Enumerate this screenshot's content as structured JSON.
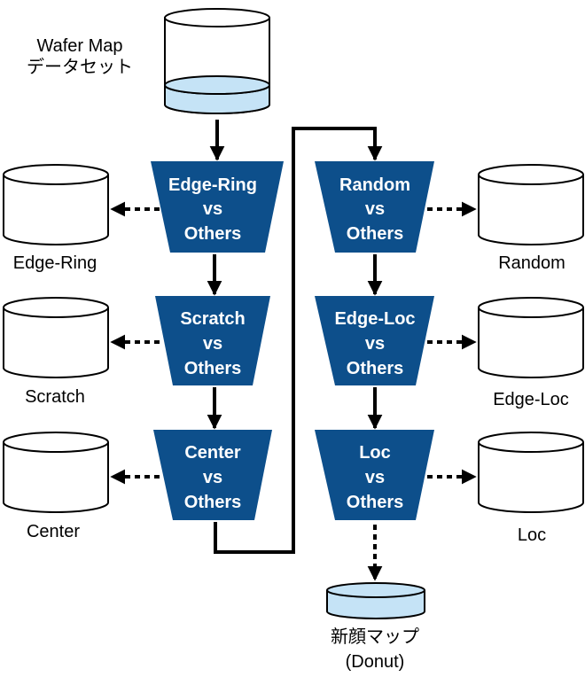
{
  "colors": {
    "stage_fill": "#0d4f8b",
    "donut_fill": "#c5e3f6",
    "stroke": "#000000",
    "cylinder_fill": "#ffffff"
  },
  "source": {
    "label_line1": "Wafer Map",
    "label_line2": "データセット"
  },
  "stages": [
    {
      "line1": "Edge-Ring",
      "line2": "vs",
      "line3": "Others",
      "output": "Edge-Ring"
    },
    {
      "line1": "Scratch",
      "line2": "vs",
      "line3": "Others",
      "output": "Scratch"
    },
    {
      "line1": "Center",
      "line2": "vs",
      "line3": "Others",
      "output": "Center"
    },
    {
      "line1": "Random",
      "line2": "vs",
      "line3": "Others",
      "output": "Random"
    },
    {
      "line1": "Edge-Loc",
      "line2": "vs",
      "line3": "Others",
      "output": "Edge-Loc"
    },
    {
      "line1": "Loc",
      "line2": "vs",
      "line3": "Others",
      "output": "Loc"
    }
  ],
  "final": {
    "label_line1": "新顔マップ",
    "label_line2": "(Donut)"
  }
}
